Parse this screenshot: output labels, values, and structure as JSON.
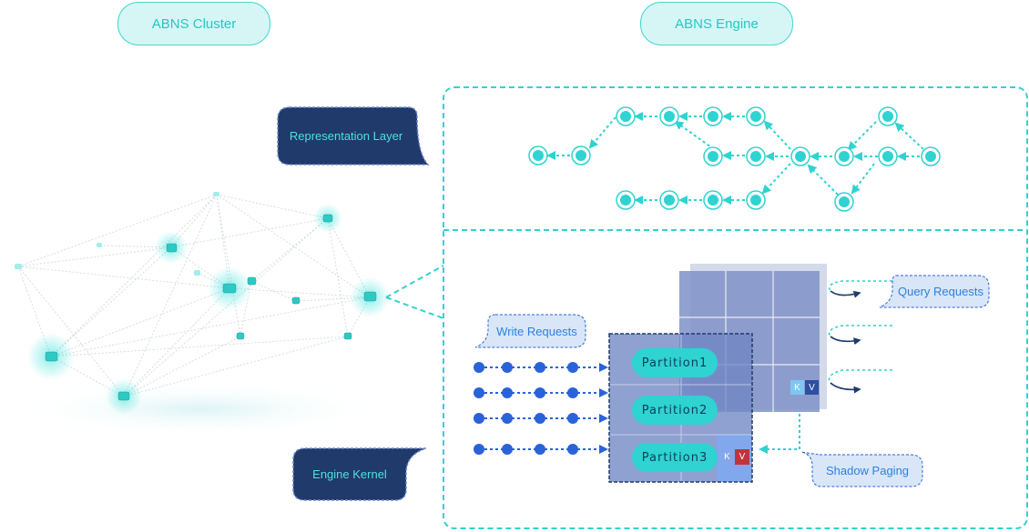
{
  "headers": {
    "cluster": "ABNS Cluster",
    "engine": "ABNS Engine"
  },
  "callouts": {
    "representation_layer": "Representation Layer",
    "engine_kernel": "Engine Kernel",
    "write_requests": "Write Requests",
    "query_requests": "Query Requests",
    "shadow_paging": "Shadow Paging"
  },
  "partitions": [
    "Partition1",
    "Partition2",
    "Partition3"
  ],
  "kv": {
    "k": "K",
    "v": "V"
  },
  "colors": {
    "accent": "#2fd3d1",
    "navy": "#1f3a6b",
    "grid_blue": "#6f86c4",
    "write_blue": "#2a62d8",
    "v_red": "#c0353a",
    "v_navy": "#2e4fa2",
    "k_light": "#7ec7f0"
  }
}
